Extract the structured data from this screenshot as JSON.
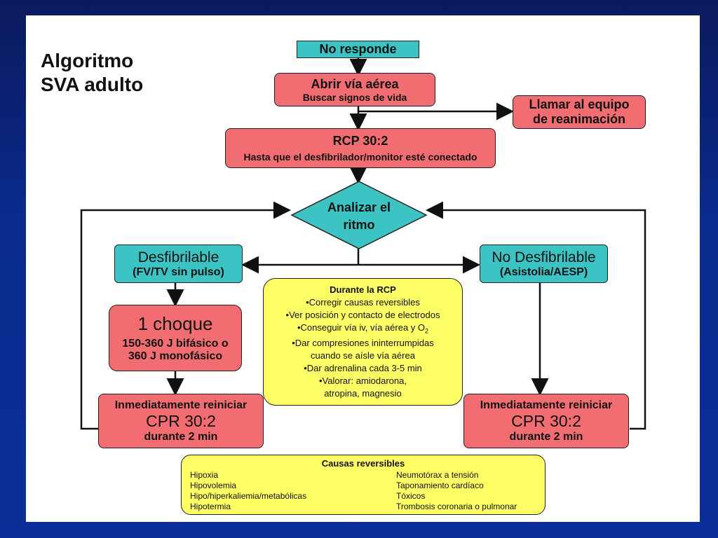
{
  "title": {
    "line1": "Algoritmo",
    "line2": "SVA adulto"
  },
  "nodes": {
    "no_responde": "No responde",
    "abrir_via_1": "Abrir vía aérea",
    "abrir_via_2": "Buscar signos de vida",
    "llamar_1": "Llamar al equipo",
    "llamar_2": "de reanimación",
    "rcp_1": "RCP 30:2",
    "rcp_2": "Hasta que el desfibrilador/monitor esté conectado",
    "analizar_1": "Analizar el",
    "analizar_2": "ritmo",
    "desf_1": "Desfibrilable",
    "desf_2": "(FV/TV sin pulso)",
    "nodesf_1": "No Desfibrilable",
    "nodesf_2": "(Asistolia/AESP)",
    "choque_1": "1 choque",
    "choque_2": "150-360 J bifásico o",
    "choque_3": "360 J monofásico",
    "reiniciar_left_1": "Inmediatamente reiniciar",
    "reiniciar_left_2": "CPR 30:2",
    "reiniciar_left_3": "durante 2 min",
    "reiniciar_right_1": "Inmediatamente reiniciar",
    "reiniciar_right_2": "CPR 30:2",
    "reiniciar_right_3": "durante 2 min"
  },
  "durante_rcp": {
    "heading": "Durante la RCP",
    "items": [
      "•Corregir causas reversibles",
      "•Ver posición y contacto de electrodos",
      "•Conseguir vía iv, vía aérea y O",
      "•Dar compresiones ininterrumpidas",
      "cuando se aísle vía aérea",
      "•Dar adrenalina cada 3-5 min",
      "•Valorar: amiodarona,",
      "atropina, magnesio"
    ],
    "subscript": "2"
  },
  "causas": {
    "heading": "Causas reversibles",
    "left": [
      "Hipoxia",
      "Hipovolemia",
      "Hipo/hiperkaliemia/metabólicas",
      "Hipotermia"
    ],
    "right": [
      "Neumotórax a tensión",
      "Taponamiento cardíaco",
      "Tóxicos",
      "Trombosis coronaria o pulmonar"
    ]
  },
  "colors": {
    "teal": "#3cc4c4",
    "red": "#f26d72",
    "yellow": "#ffff66"
  }
}
